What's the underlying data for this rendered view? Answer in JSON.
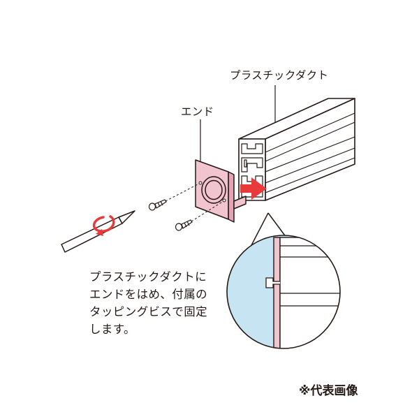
{
  "labels": {
    "duct": "プラスチックダクト",
    "end": "エンド"
  },
  "instructions": [
    "プラスチックダクトに",
    "エンドをはめ、付属の",
    "タッピングビスで固定",
    "します。"
  ],
  "note": "※代表画像",
  "colors": {
    "end_cap": "#f2c4d0",
    "arrow": "#e83a3a",
    "detail_background": "#c6e4f1",
    "outline": "#231815"
  },
  "icons": {
    "screwdriver": "screwdriver-icon",
    "rotation": "rotation-arrow-icon",
    "insert": "insert-arrow-icon"
  }
}
